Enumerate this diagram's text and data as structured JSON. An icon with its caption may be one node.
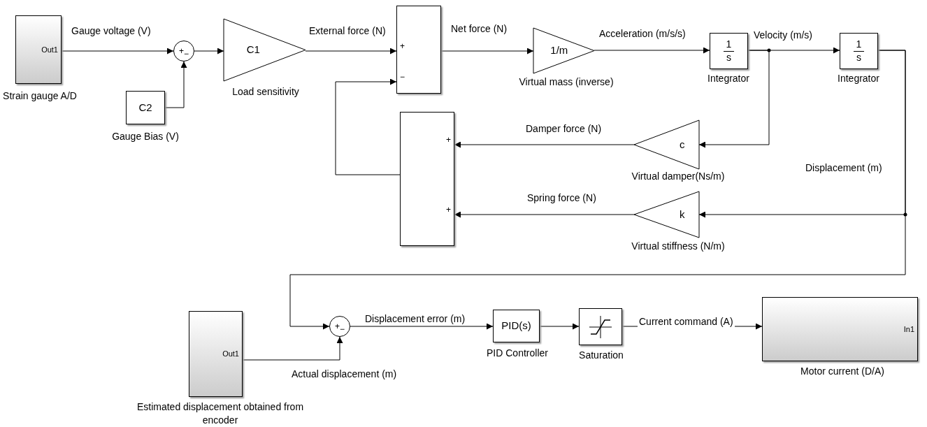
{
  "diagram": {
    "nodes": [
      {
        "text": [
          "Out1"
        ],
        "beside": [
          "Strain gauge A/D"
        ]
      },
      {
        "text": [
          "+",
          "−"
        ]
      },
      {
        "text": [
          "C2"
        ],
        "beside": [
          "Gauge Bias (V)"
        ]
      },
      {
        "text": [
          "C1"
        ],
        "beside": [
          "Load sensitivity"
        ]
      },
      {
        "text": [
          "+",
          "−"
        ]
      },
      {
        "text": [
          "1/m"
        ],
        "beside": [
          "Virtual mass (inverse)"
        ]
      },
      {
        "text": [
          "1",
          "s"
        ],
        "beside": [
          "Integrator"
        ]
      },
      {
        "text": [
          "1",
          "s"
        ],
        "beside": [
          "Integrator"
        ]
      },
      {
        "text": [
          "+",
          "+"
        ]
      },
      {
        "text": [
          "c"
        ],
        "beside": [
          "Virtual damper(Ns/m)"
        ]
      },
      {
        "text": [
          "k"
        ],
        "beside": [
          "Virtual stiffness (N/m)"
        ]
      },
      {
        "text": [
          "+",
          "−"
        ]
      },
      {
        "text": [
          "Out1"
        ],
        "beside": [
          "Estimated displacement obtained from encoder"
        ]
      },
      {
        "text": [
          "PID(s)"
        ],
        "beside": [
          "PID Controller"
        ]
      },
      {
        "text": [],
        "shape": "box",
        "beside": [
          "Saturation"
        ]
      },
      {
        "text": [
          "In1"
        ],
        "beside": [
          "Motor current (D/A)"
        ]
      }
    ],
    "edges": [
      {
        "from": 0,
        "to": 1,
        "arrow": "to",
        "label": "Gauge voltage (V)"
      },
      {
        "from": 2,
        "to": 1,
        "arrow": "to"
      },
      {
        "from": 1,
        "to": 3,
        "arrow": "to"
      },
      {
        "from": 3,
        "to": 4,
        "arrow": "to",
        "label": "External force (N)"
      },
      {
        "from": 4,
        "to": 5,
        "arrow": "to",
        "label": "Net force (N)"
      },
      {
        "from": 5,
        "to": 6,
        "arrow": "to",
        "label": "Acceleration (m/s/s)"
      },
      {
        "from": 6,
        "to": 7,
        "arrow": "to",
        "label": "Velocity (m/s)"
      },
      {
        "from": 6,
        "to": 9,
        "arrow": "to"
      },
      {
        "from": 9,
        "to": 8,
        "arrow": "to",
        "label": "Damper force (N)"
      },
      {
        "from": 10,
        "to": 8,
        "arrow": "to",
        "label": "Spring force (N)"
      },
      {
        "from": 7,
        "to": 10,
        "arrow": "to",
        "label": "Displacement (m)"
      },
      {
        "from": 7,
        "to": 11,
        "arrow": "to"
      },
      {
        "from": 8,
        "to": 4,
        "arrow": "to"
      },
      {
        "from": 12,
        "to": 11,
        "arrow": "to",
        "label": "Actual displacement (m)"
      },
      {
        "from": 11,
        "to": 13,
        "arrow": "to",
        "label": "Displacement error (m)"
      },
      {
        "from": 13,
        "to": 14,
        "arrow": "to"
      },
      {
        "from": 14,
        "to": 15,
        "arrow": "to",
        "label": "Current command (A)"
      }
    ]
  }
}
